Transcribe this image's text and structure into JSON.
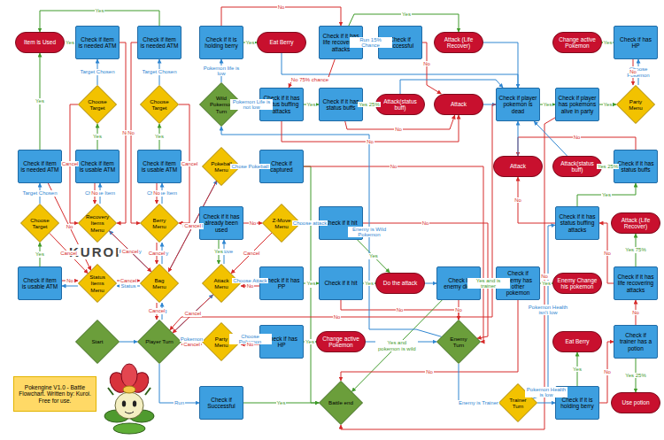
{
  "diagram": {
    "nodes": [
      {
        "text": [
          "Item is Used"
        ]
      },
      {
        "text": [
          "Check if item is needed ATM"
        ]
      },
      {
        "text": [
          "Check if item is needed ATM"
        ]
      },
      {
        "text": [
          "Check if it is holding berry"
        ]
      },
      {
        "text": [
          "Eat Berry"
        ]
      },
      {
        "text": [
          "Check if it has life recovering attacks"
        ]
      },
      {
        "text": [
          "Check if successful"
        ]
      },
      {
        "text": [
          "Attack (Life Recover)"
        ]
      },
      {
        "text": [
          "Change active Pokemon"
        ]
      },
      {
        "text": [
          "Check if has HP"
        ]
      },
      {
        "text": [
          "Choose Target"
        ]
      },
      {
        "text": [
          "Choose Target"
        ]
      },
      {
        "text": [
          "Wild Pokemon Turn"
        ]
      },
      {
        "text": [
          "Check if it has status buffing attacks"
        ]
      },
      {
        "text": [
          "Check if it has status buffs"
        ]
      },
      {
        "text": [
          "Attack(status buff)"
        ]
      },
      {
        "text": [
          "Attack"
        ]
      },
      {
        "text": [
          "Check if player pokemon is dead"
        ]
      },
      {
        "text": [
          "Check if player has pokemons alive in party"
        ]
      },
      {
        "text": [
          "Party Menu"
        ]
      },
      {
        "text": [
          "Check if item is needed ATM"
        ]
      },
      {
        "text": [
          "Check if item is usable ATM"
        ]
      },
      {
        "text": [
          "Check if item is usable ATM"
        ]
      },
      {
        "text": [
          "Pokeball Menu"
        ]
      },
      {
        "text": [
          "Check if captured"
        ]
      },
      {
        "text": [
          "Attack"
        ]
      },
      {
        "text": [
          "Attack(status buff)"
        ]
      },
      {
        "text": [
          "Check if it has status buffs"
        ]
      },
      {
        "text": [
          "Check if it has already been used"
        ]
      },
      {
        "text": [
          "Z-Move Menu"
        ]
      },
      {
        "text": [
          "Check if it hit"
        ]
      },
      {
        "text": [
          "Choose Target"
        ]
      },
      {
        "text": [
          "Recovery Items Menu"
        ]
      },
      {
        "text": [
          "Berry Menu"
        ]
      },
      {
        "text": [
          "Check if it has status buffing attacks"
        ]
      },
      {
        "text": [
          "Attack (Life Recover)"
        ]
      },
      {
        "text": [
          "Check if item is usable ATM"
        ]
      },
      {
        "text": [
          "Status Items Menu"
        ]
      },
      {
        "text": [
          "Bag Menu"
        ]
      },
      {
        "text": [
          "Attack Menu"
        ]
      },
      {
        "text": [
          "Check if it has PP"
        ]
      },
      {
        "text": [
          "Check if it hit"
        ]
      },
      {
        "text": [
          "Do the attack"
        ]
      },
      {
        "text": [
          "Check if enemy died"
        ]
      },
      {
        "text": [
          "Check if enemy has other pokemon"
        ]
      },
      {
        "text": [
          "Enemy Change his pokemon"
        ]
      },
      {
        "text": [
          "Check if it has life recovering attacks"
        ]
      },
      {
        "text": [
          "Start"
        ]
      },
      {
        "text": [
          "Player Turn"
        ]
      },
      {
        "text": [
          "Party Menu"
        ]
      },
      {
        "text": [
          "Check if has HP"
        ]
      },
      {
        "text": [
          "Change active Pokemon"
        ]
      },
      {
        "text": [
          "Enemy Turn"
        ]
      },
      {
        "text": [
          "Eat Berry"
        ]
      },
      {
        "text": [
          "Check if trainer has a potion"
        ]
      },
      {
        "text": [
          "Check if Successful"
        ]
      },
      {
        "text": [
          "Battle end"
        ]
      },
      {
        "text": [
          "Trainer Turn"
        ]
      },
      {
        "text": [
          "Check if it is holding berry"
        ]
      },
      {
        "text": [
          "Use potion"
        ]
      },
      {
        "text": [
          "Pokengine V1.0 - Battle Flowchart. Written by: Kuroi. Free for use."
        ]
      }
    ],
    "edges": [
      {
        "from": 47,
        "to": 48,
        "arrow": "to"
      },
      {
        "from": 48,
        "to": 38,
        "label": "Bag",
        "arrow": "to"
      },
      {
        "from": 48,
        "to": 39,
        "label": "Attack",
        "arrow": "to"
      },
      {
        "from": 48,
        "to": 49,
        "label": "Pokemon",
        "arrow": "to"
      },
      {
        "from": 48,
        "to": 55,
        "label": "Run",
        "arrow": "to"
      },
      {
        "from": 38,
        "to": 37,
        "label": "Status",
        "arrow": "to"
      },
      {
        "from": 38,
        "to": 32,
        "label": "Recovery",
        "arrow": "to"
      },
      {
        "from": 38,
        "to": 33,
        "label": "Berry",
        "arrow": "to"
      },
      {
        "from": 38,
        "to": 23,
        "label": "Pokeball",
        "arrow": "to"
      },
      {
        "from": 38,
        "to": 48,
        "label": "Cancel",
        "arrow": "to"
      },
      {
        "from": 37,
        "to": 38,
        "label": "Cancel",
        "arrow": "to"
      },
      {
        "from": 32,
        "to": 38,
        "label": "Cancel",
        "arrow": "to"
      },
      {
        "from": 33,
        "to": 38,
        "label": "Cancel",
        "arrow": "to"
      },
      {
        "from": 23,
        "to": 38,
        "label": "Cancel",
        "arrow": "to"
      },
      {
        "from": 37,
        "to": 36,
        "arrow": "to"
      },
      {
        "from": 36,
        "to": 31,
        "label": "Yes",
        "arrow": "to"
      },
      {
        "from": 36,
        "to": 37,
        "label": "No",
        "arrow": "to"
      },
      {
        "from": 31,
        "to": 20,
        "label": "Target Chosen",
        "arrow": "to"
      },
      {
        "from": 31,
        "to": 37,
        "label": "Cancel",
        "arrow": "to"
      },
      {
        "from": 20,
        "to": 0,
        "label": "Yes",
        "arrow": "to"
      },
      {
        "from": 20,
        "to": 37,
        "label": "No",
        "arrow": "to"
      },
      {
        "from": 32,
        "to": 21,
        "label": "Choose Item",
        "arrow": "to"
      },
      {
        "from": 21,
        "to": 10,
        "label": "Yes",
        "arrow": "to"
      },
      {
        "from": 21,
        "to": 32,
        "label": "No",
        "arrow": "to"
      },
      {
        "from": 10,
        "to": 1,
        "label": "Target Chosen",
        "arrow": "to"
      },
      {
        "from": 10,
        "to": 32,
        "label": "Cancel",
        "arrow": "to"
      },
      {
        "from": 1,
        "to": 0,
        "label": "Yes",
        "arrow": "to"
      },
      {
        "from": 1,
        "to": 32,
        "label": "No",
        "arrow": "to"
      },
      {
        "from": 33,
        "to": 22,
        "label": "Choose Item",
        "arrow": "to"
      },
      {
        "from": 22,
        "to": 11,
        "label": "Yes",
        "arrow": "to"
      },
      {
        "from": 22,
        "to": 33,
        "label": "No",
        "arrow": "to"
      },
      {
        "from": 11,
        "to": 2,
        "label": "Target Chosen",
        "arrow": "to"
      },
      {
        "from": 11,
        "to": 33,
        "label": "Cancel",
        "arrow": "to"
      },
      {
        "from": 2,
        "to": 0,
        "label": "Yes",
        "arrow": "to"
      },
      {
        "from": 2,
        "to": 33,
        "label": "No",
        "arrow": "to"
      },
      {
        "from": 23,
        "to": 24,
        "label": "Chose Pokeball",
        "arrow": "to"
      },
      {
        "from": 24,
        "to": 56,
        "label": "Yes",
        "arrow": "to"
      },
      {
        "from": 24,
        "to": 52,
        "label": "No",
        "arrow": "to"
      },
      {
        "from": 39,
        "to": 28,
        "label": "Z-Move",
        "arrow": "to"
      },
      {
        "from": 39,
        "to": 40,
        "label": "Choose Attack",
        "arrow": "to"
      },
      {
        "from": 39,
        "to": 48,
        "label": "Cancel",
        "arrow": "to"
      },
      {
        "from": 28,
        "to": 29,
        "label": "No",
        "arrow": "to"
      },
      {
        "from": 28,
        "to": 39,
        "label": "Yes",
        "arrow": "to"
      },
      {
        "from": 29,
        "to": 30,
        "label": "Choose attack",
        "arrow": "to"
      },
      {
        "from": 29,
        "to": 39,
        "label": "Cancel",
        "arrow": "to"
      },
      {
        "from": 30,
        "to": 42,
        "label": "Yes",
        "arrow": "to"
      },
      {
        "from": 30,
        "to": 52,
        "label": "No",
        "arrow": "to"
      },
      {
        "from": 40,
        "to": 41,
        "label": "Yes",
        "arrow": "to"
      },
      {
        "from": 40,
        "to": 39,
        "label": "No",
        "arrow": "to"
      },
      {
        "from": 41,
        "to": 42,
        "label": "Yes",
        "arrow": "to"
      },
      {
        "from": 41,
        "to": 52,
        "label": "No",
        "arrow": "to"
      },
      {
        "from": 42,
        "to": 43,
        "arrow": "to"
      },
      {
        "from": 43,
        "to": 44,
        "label": "Yes and is trainer",
        "arrow": "to"
      },
      {
        "from": 43,
        "to": 56,
        "label": "Yes and pokemon is wild",
        "arrow": "to"
      },
      {
        "from": 43,
        "to": 52,
        "label": "No",
        "arrow": "to"
      },
      {
        "from": 44,
        "to": 45,
        "label": "Yes",
        "arrow": "to"
      },
      {
        "from": 44,
        "to": 56,
        "label": "No",
        "arrow": "to"
      },
      {
        "from": 52,
        "to": 12,
        "label": "Enemy is Wild Pokemon",
        "arrow": "to"
      },
      {
        "from": 52,
        "to": 57,
        "label": "Enemy is Trainer",
        "arrow": "to"
      },
      {
        "from": 12,
        "to": 3,
        "label": "Pokemon life is low",
        "arrow": "to"
      },
      {
        "from": 12,
        "to": 13,
        "label": "Pokemon Life is not low",
        "arrow": "to"
      },
      {
        "from": 3,
        "to": 4,
        "label": "Yes",
        "arrow": "to"
      },
      {
        "from": 3,
        "to": 5,
        "label": "No",
        "arrow": "to"
      },
      {
        "from": 4,
        "to": 17,
        "arrow": "to"
      },
      {
        "from": 5,
        "to": 6,
        "label": "Run 15% Chance",
        "arrow": "to"
      },
      {
        "from": 5,
        "to": 13,
        "label": "No 75% chance",
        "arrow": "to"
      },
      {
        "from": 5,
        "to": 7,
        "label": "Yes",
        "arrow": "to"
      },
      {
        "from": 6,
        "to": 16,
        "label": "No",
        "arrow": "to"
      },
      {
        "from": 13,
        "to": 14,
        "label": "Yes",
        "arrow": "to"
      },
      {
        "from": 13,
        "to": 16,
        "label": "No",
        "arrow": "to"
      },
      {
        "from": 14,
        "to": 15,
        "label": "Yes 25%",
        "arrow": "to"
      },
      {
        "from": 14,
        "to": 16,
        "label": "No",
        "arrow": "to"
      },
      {
        "from": 15,
        "to": 17,
        "arrow": "to"
      },
      {
        "from": 16,
        "to": 17,
        "arrow": "to"
      },
      {
        "from": 7,
        "to": 17,
        "arrow": "to"
      },
      {
        "from": 17,
        "to": 18,
        "label": "Yes",
        "arrow": "to"
      },
      {
        "from": 17,
        "to": 48,
        "label": "No",
        "arrow": "to"
      },
      {
        "from": 18,
        "to": 19,
        "label": "Yes",
        "arrow": "to"
      },
      {
        "from": 18,
        "to": 56,
        "label": "No",
        "arrow": "to"
      },
      {
        "from": 19,
        "to": 9,
        "label": "Choose Pokemon",
        "arrow": "to"
      },
      {
        "from": 9,
        "to": 8,
        "label": "Yes",
        "arrow": "to"
      },
      {
        "from": 9,
        "to": 19,
        "label": "No",
        "arrow": "to"
      },
      {
        "from": 57,
        "to": 58,
        "label": "Pokemon Health is low",
        "arrow": "to"
      },
      {
        "from": 57,
        "to": 34,
        "label": "Pokemon Health isn't low",
        "arrow": "to"
      },
      {
        "from": 58,
        "to": 53,
        "label": "Yes",
        "arrow": "to"
      },
      {
        "from": 58,
        "to": 54,
        "label": "No",
        "arrow": "to"
      },
      {
        "from": 54,
        "to": 59,
        "label": "Yes 25%",
        "arrow": "to"
      },
      {
        "from": 54,
        "to": 46,
        "label": "No",
        "arrow": "to"
      },
      {
        "from": 46,
        "to": 35,
        "label": "Yes 75%",
        "arrow": "to"
      },
      {
        "from": 46,
        "to": 34,
        "label": "No",
        "arrow": "to"
      },
      {
        "from": 34,
        "to": 27,
        "label": "Yes",
        "arrow": "to"
      },
      {
        "from": 34,
        "to": 25,
        "label": "No",
        "arrow": "to"
      },
      {
        "from": 27,
        "to": 26,
        "label": "Yes 25%",
        "arrow": "to"
      },
      {
        "from": 27,
        "to": 25,
        "label": "No",
        "arrow": "to"
      },
      {
        "from": 25,
        "to": 17,
        "arrow": "to"
      },
      {
        "from": 26,
        "to": 17,
        "arrow": "to"
      },
      {
        "from": 49,
        "to": 50,
        "label": "Choose Pokemon",
        "arrow": "to"
      },
      {
        "from": 49,
        "to": 48,
        "label": "Cancel",
        "arrow": "to"
      },
      {
        "from": 50,
        "to": 51,
        "label": "Yes",
        "arrow": "to"
      },
      {
        "from": 50,
        "to": 49,
        "label": "No",
        "arrow": "to"
      },
      {
        "from": 51,
        "to": 52,
        "arrow": "to"
      },
      {
        "from": 55,
        "to": 56,
        "label": "Yes",
        "arrow": "to"
      }
    ],
    "labels": [
      "KUROI"
    ]
  }
}
